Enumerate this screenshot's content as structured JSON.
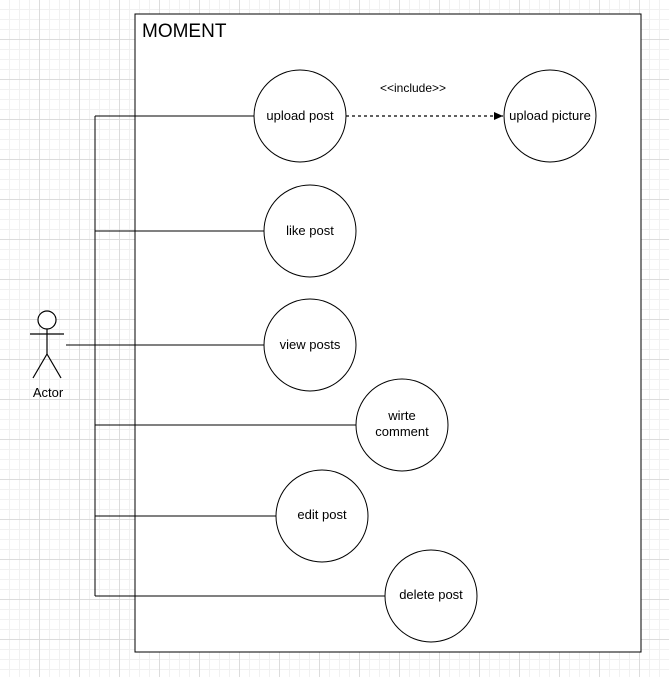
{
  "system": {
    "title": "MOMENT"
  },
  "actor": {
    "label": "Actor"
  },
  "relation": {
    "include_label": "<<include>>"
  },
  "use_cases": {
    "upload_post": "upload post",
    "upload_picture": "upload picture",
    "like_post": "like post",
    "view_posts": "view posts",
    "write_comment_line1": "wirte",
    "write_comment_line2": "comment",
    "edit_post": "edit post",
    "delete_post": "delete post"
  }
}
